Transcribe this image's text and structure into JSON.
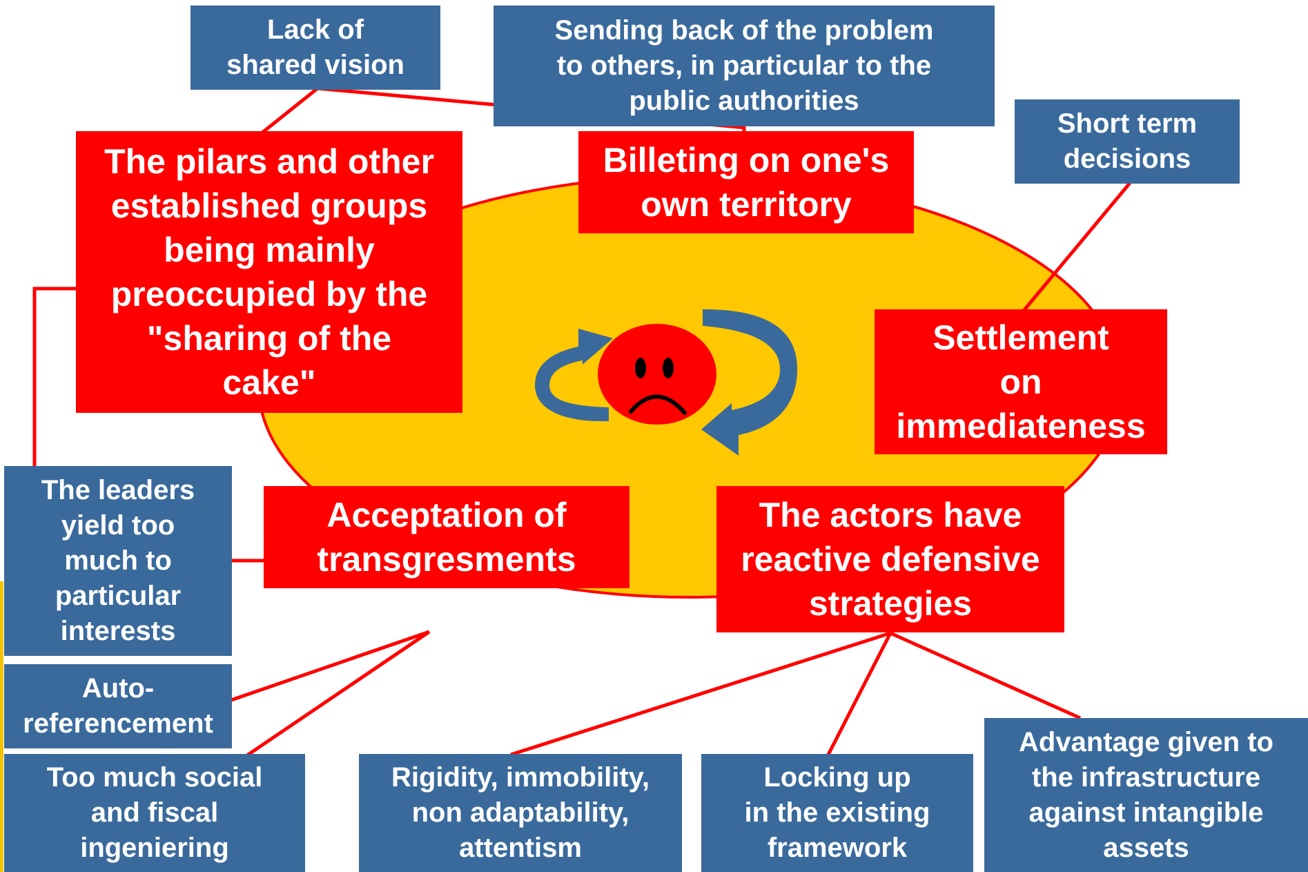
{
  "colors": {
    "blue_box": "#3a6a9c",
    "red_box": "#ff0000",
    "ellipse_fill": "#ffc800",
    "connector": "#ff0000",
    "cycle_arrows": "#3a6a9c",
    "face": "#ff0000"
  },
  "center": {
    "icon": "sad-face-icon",
    "arrows_icon": "circular-arrows-icon"
  },
  "blue_boxes": {
    "lack_shared_vision": "Lack of\nshared vision",
    "sending_back": "Sending back of the problem\nto others, in particular to the\npublic authorities",
    "short_term": "Short term\ndecisions",
    "leaders_yield": "The leaders\nyield  too\nmuch to\nparticular\ninterests",
    "auto_ref": "Auto-\nreferencement",
    "social_fiscal": "Too much social\nand fiscal\ningeniering",
    "rigidity": "Rigidity, immobility,\nnon adaptability,\nattentism",
    "locking_up": "Locking up\nin the existing\nframework",
    "advantage": "Advantage given to\nthe infrastructure\nagainst intangible\nassets"
  },
  "red_boxes": {
    "pilars": "The pilars and other\nestablished groups\nbeing mainly\npreoccupied by the\n\"sharing of the\ncake\"",
    "billeting": "Billeting on one's\nown territory",
    "settlement": "Settlement\non\nimmediateness",
    "acceptation": "Acceptation of\ntransgresments",
    "actors": "The actors have\nreactive defensive\nstrategies"
  }
}
